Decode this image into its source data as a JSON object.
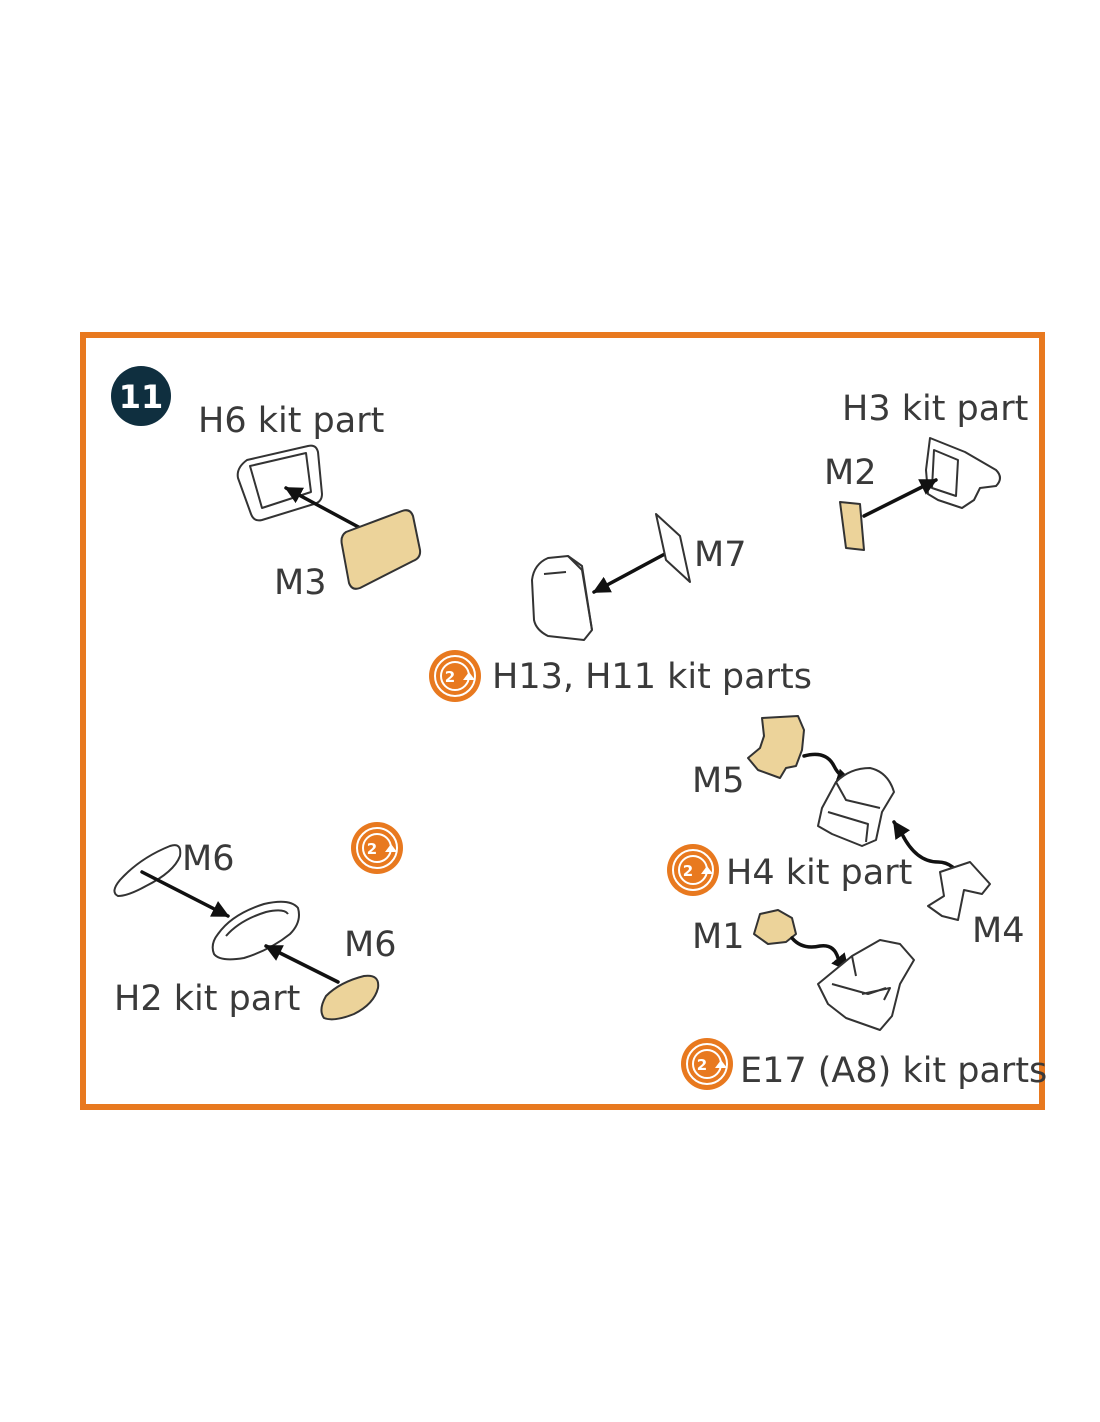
{
  "step": {
    "number": "11"
  },
  "colors": {
    "frame": "#e8791f",
    "badge": "#0f2f3f",
    "photoetch": "#ecd39a",
    "rotate_icon": "#e8791f"
  },
  "icons": {
    "step_badge": "step-number-badge",
    "rotate": "rotate-icon"
  },
  "labels": {
    "h6": "H6 kit part",
    "m3": "M3",
    "h3": "H3 kit part",
    "m2": "M2",
    "m7": "M7",
    "h13_h11": "H13, H11 kit parts",
    "m5": "M5",
    "h4": "H4 kit part",
    "m4": "M4",
    "m1": "M1",
    "e17": "E17 (A8) kit parts",
    "m6_top": "M6",
    "m6_bottom": "M6",
    "h2": "H2 kit part"
  },
  "rotate_icon_number": "2"
}
